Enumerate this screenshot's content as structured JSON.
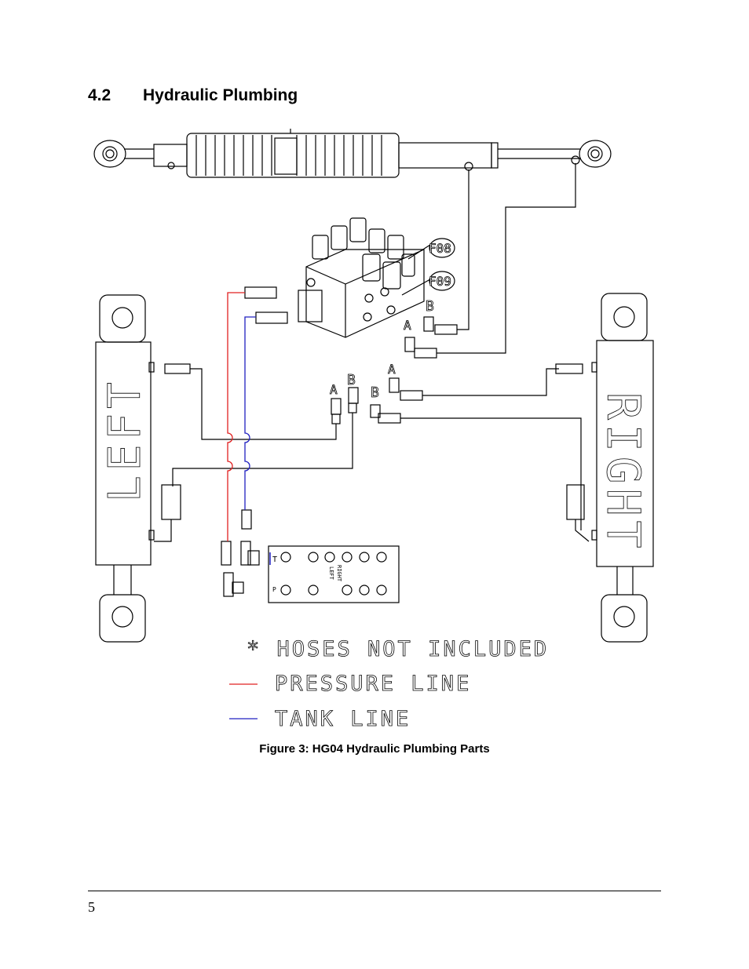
{
  "section": {
    "number": "4.2",
    "title": "Hydraulic Plumbing"
  },
  "diagram": {
    "cylinder_labels": {
      "left": "LEFT",
      "right": "RIGHT"
    },
    "port_labels": [
      "A",
      "B",
      "A",
      "B",
      "B",
      "A"
    ],
    "valve_labels": [
      "F08",
      "F09"
    ],
    "manifold": {
      "left": "LEFT",
      "right": "RIGHT",
      "t": "T",
      "p": "P"
    },
    "legend": {
      "note": "* HOSES NOT INCLUDED",
      "pressure": "PRESSURE LINE",
      "tank": "TANK LINE"
    },
    "colors": {
      "pressure": "#e02020",
      "tank": "#2020c0",
      "line": "#000000"
    }
  },
  "caption": "Figure 3: HG04 Hydraulic Plumbing Parts",
  "page_number": "5"
}
